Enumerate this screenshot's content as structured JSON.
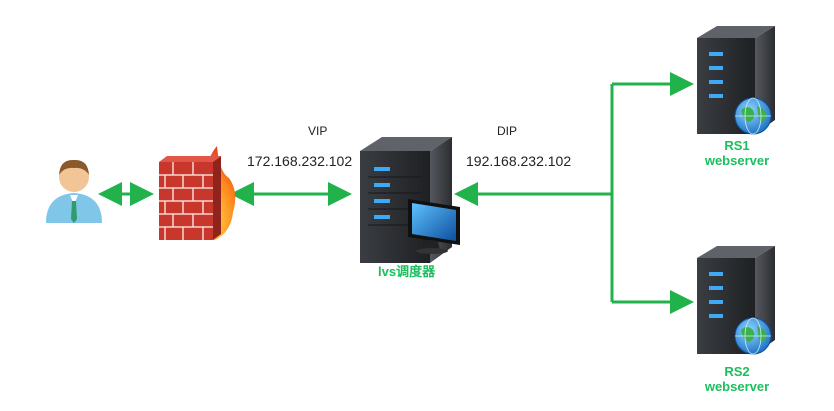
{
  "labels": {
    "vip_title": "VIP",
    "vip_ip": "172.168.232.102",
    "dip_title": "DIP",
    "dip_ip": "192.168.232.102",
    "director": "lvs调度器",
    "rs1_name": "RS1",
    "rs1_role": "webserver",
    "rs2_name": "RS2",
    "rs2_role": "webserver"
  },
  "nodes": [
    {
      "id": "client",
      "icon": "user-icon"
    },
    {
      "id": "firewall",
      "icon": "firewall-icon"
    },
    {
      "id": "director",
      "icon": "server-with-monitor-icon"
    },
    {
      "id": "rs1",
      "icon": "server-with-globe-icon"
    },
    {
      "id": "rs2",
      "icon": "server-with-globe-icon"
    }
  ],
  "edges": [
    {
      "from": "client",
      "to": "firewall",
      "style": "bidirectional"
    },
    {
      "from": "firewall",
      "to": "director",
      "style": "bidirectional"
    },
    {
      "from": "rs1",
      "to": "director",
      "style": "arrow"
    },
    {
      "from": "director",
      "to": "rs1",
      "style": "arrow"
    },
    {
      "from": "director",
      "to": "rs2",
      "style": "arrow"
    }
  ],
  "colors": {
    "connector": "#22b24c",
    "label_accent": "#1bbf5e",
    "server_body": "#2b2d31",
    "server_led": "#3fa9f5"
  }
}
